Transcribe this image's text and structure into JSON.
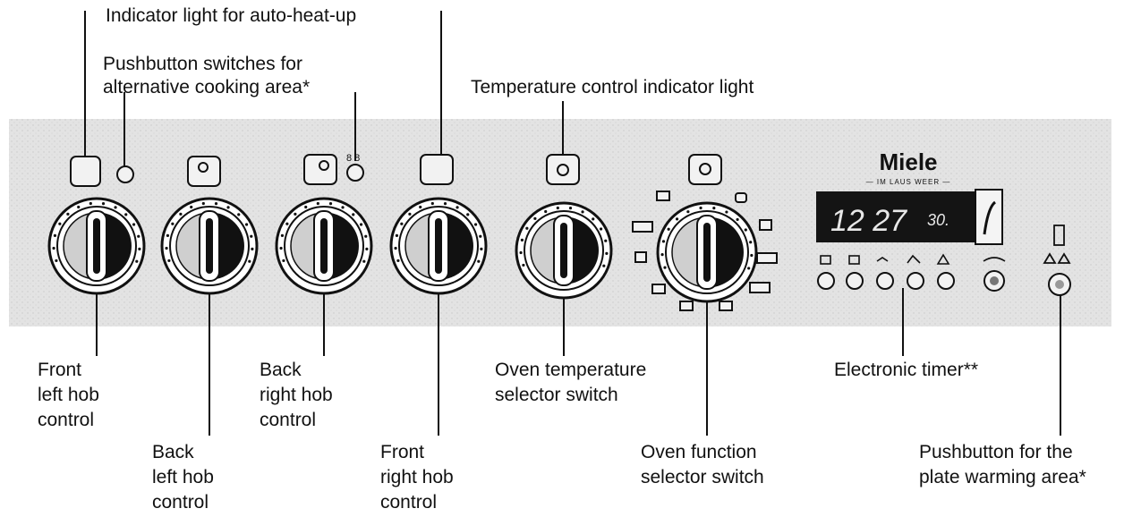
{
  "labels": {
    "indicator_auto_heat": "Indicator light for auto-heat-up",
    "pushbutton_alt_line1": "Pushbutton switches for",
    "pushbutton_alt_line2": "alternative cooking area*",
    "temp_indicator": "Temperature control indicator light",
    "front_left": [
      "Front",
      "left hob",
      "control"
    ],
    "back_left": [
      "Back",
      "left hob",
      "control"
    ],
    "back_right": [
      "Back",
      "right hob",
      "control"
    ],
    "front_right": [
      "Front",
      "right hob",
      "control"
    ],
    "oven_temp": [
      "Oven temperature",
      "selector switch"
    ],
    "oven_function": [
      "Oven function",
      "selector switch"
    ],
    "electronic_timer": "Electronic timer**",
    "plate_warming_line1": "Pushbutton for the",
    "plate_warming_line2": "plate warming area*"
  },
  "brand": {
    "name": "Miele",
    "tagline": "— IM LAUS WEER —"
  },
  "timer_display": {
    "time": "12 27",
    "small": "30."
  },
  "colors": {
    "panel": "#e6e6e6",
    "ink": "#111111",
    "display": "#141414"
  }
}
